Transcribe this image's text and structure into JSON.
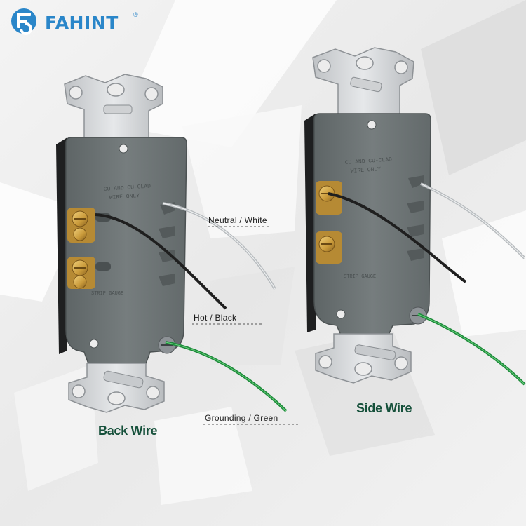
{
  "brand": {
    "name": "FAHINT",
    "registered_mark": "®"
  },
  "callouts": {
    "neutral": "Neutral / White",
    "hot": "Hot /  Black",
    "ground": "Grounding /  Green"
  },
  "captions": {
    "back_wire": "Back Wire",
    "side_wire": "Side Wire"
  },
  "device_marking": "CU AND CU-CLAD WIRE ONLY",
  "colors": {
    "brand_blue": "#2a86c9",
    "caption_green": "#15503a",
    "housing_gray": "#6d7475",
    "strap_silver": "#d4d6d8",
    "brass": "#c99a3a",
    "wire_green": "#1d8a3a",
    "wire_black": "#202020",
    "wire_white": "#bfc2c4"
  }
}
